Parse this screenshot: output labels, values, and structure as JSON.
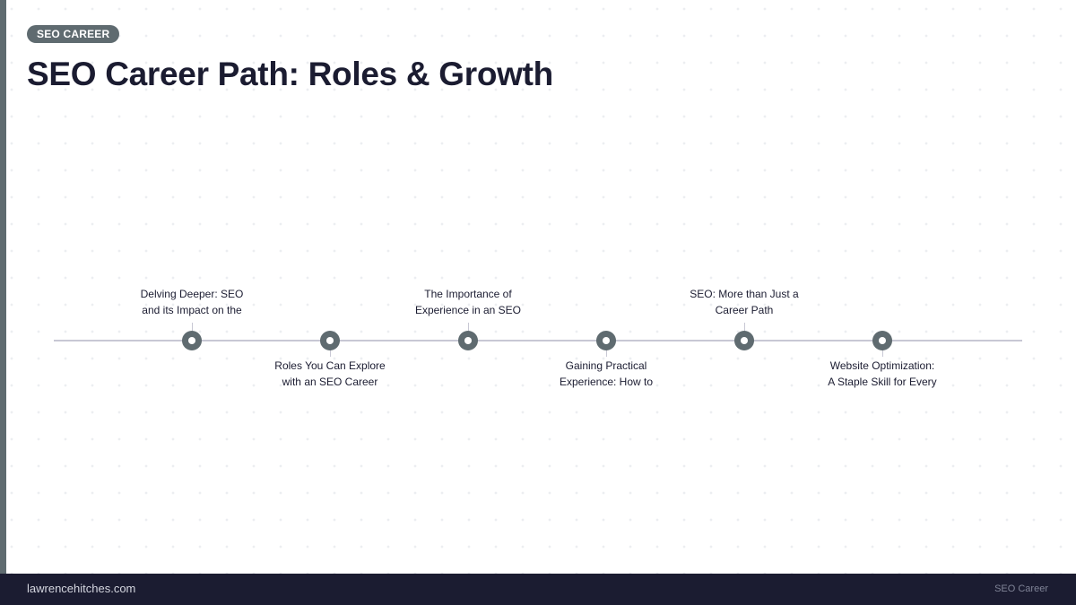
{
  "header": {
    "badge": "SEO CAREER",
    "title": "SEO Career Path: Roles & Growth"
  },
  "colors": {
    "accent": "#5f6b70",
    "title": "#1b1c31",
    "footer_bg": "#1b1c31",
    "timeline_line": "#c8c8d4",
    "background": "#ffffff"
  },
  "timeline": {
    "items": [
      {
        "position": "above",
        "line1": "Delving Deeper: SEO",
        "line2": "and its Impact on the"
      },
      {
        "position": "below",
        "line1": "Roles You Can Explore",
        "line2": "with an SEO Career"
      },
      {
        "position": "above",
        "line1": "The Importance of",
        "line2": "Experience in an SEO"
      },
      {
        "position": "below",
        "line1": "Gaining Practical",
        "line2": "Experience: How to"
      },
      {
        "position": "above",
        "line1": "SEO: More than Just a",
        "line2": "Career Path"
      },
      {
        "position": "below",
        "line1": "Website Optimization:",
        "line2": "A Staple Skill for Every"
      }
    ]
  },
  "footer": {
    "site": "lawrencehitches.com",
    "section": "SEO Career"
  }
}
